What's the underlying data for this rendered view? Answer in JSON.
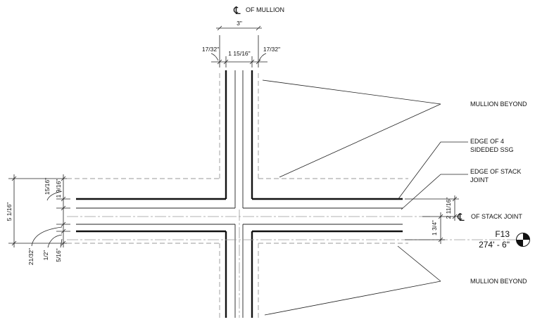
{
  "labels": {
    "mullion_centerline": "OF MULLION",
    "mullion_beyond_top": "MULLION BEYOND",
    "edge_ssg_line1": "EDGE OF 4",
    "edge_ssg_line2": "SIDEDED SSG",
    "edge_stack_line1": "EDGE OF STACK",
    "edge_stack_line2": "JOINT",
    "stack_joint_centerline": "OF STACK JOINT",
    "mullion_beyond_bottom": "MULLION BEYOND"
  },
  "symbols": {
    "centerline": "℄",
    "elevation_marker": "elevation-target-icon"
  },
  "elevation": {
    "tag": "F13",
    "value": "274' - 6\""
  },
  "dimensions": {
    "mullion_width": "3\"",
    "mullion_inner": "1 15/16\"",
    "mullion_left_offset": "17/32\"",
    "mullion_right_offset": "17/32\"",
    "overall_height": "5 1/16\"",
    "upper_offset": "15/16\"",
    "upper_gap": "1 9/16\"",
    "right_upper": "2 11/16\"",
    "right_lower": "1 3/4\"",
    "lower_offset_a": "21/32\"",
    "lower_offset_b": "1/2\"",
    "lower_offset_c": "5/16\""
  },
  "colors": {
    "line": "#111111",
    "hidden_line": "#999999",
    "background": "#ffffff"
  }
}
